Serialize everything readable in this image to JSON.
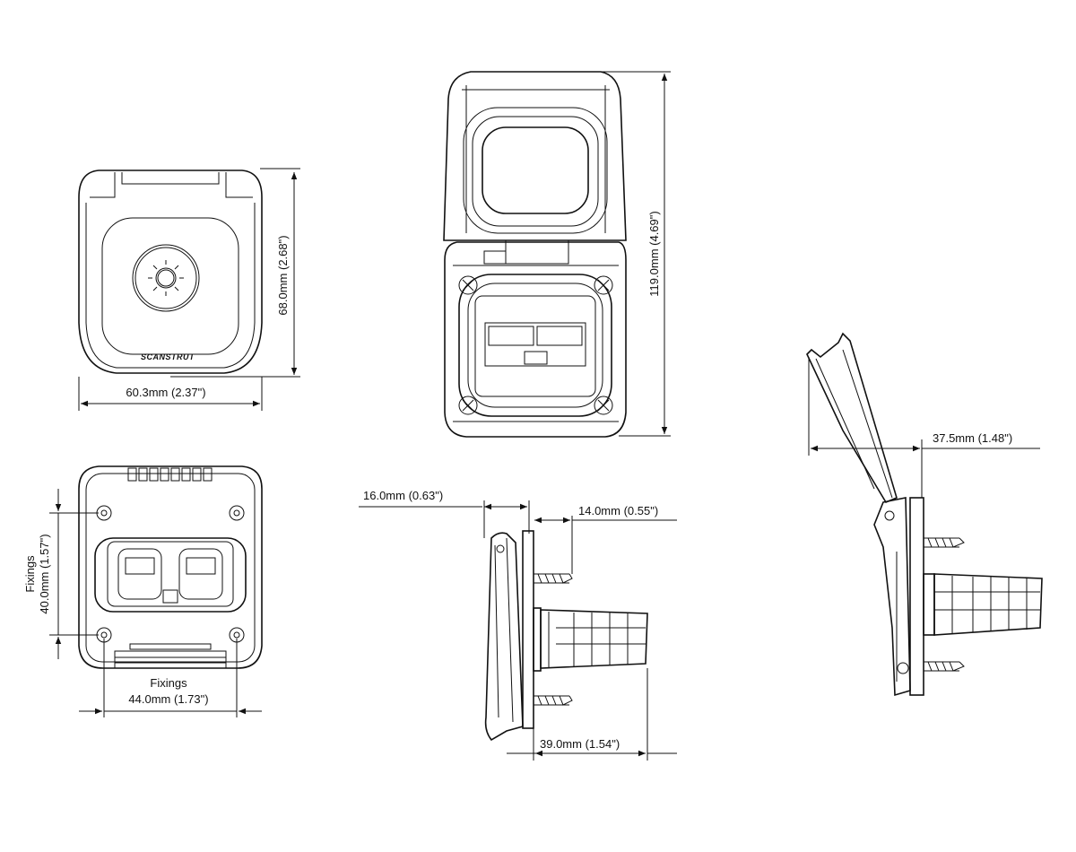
{
  "brand": {
    "logo_text": "SCANSTRUT"
  },
  "colors": {
    "line": "#111111",
    "background": "#ffffff"
  },
  "views": {
    "front_closed": {
      "width_label": "60.3mm (2.37\")",
      "height_label": "68.0mm (2.68\")"
    },
    "front_open": {
      "height_label": "119.0mm (4.69\")"
    },
    "rear": {
      "fixings_v_title": "Fixings",
      "fixings_v_label": "40.0mm (1.57\")",
      "fixings_h_title": "Fixings",
      "fixings_h_label": "44.0mm (1.73\")"
    },
    "side": {
      "depth_front_label": "16.0mm (0.63\")",
      "screw_label": "14.0mm (0.55\")",
      "depth_rear_label": "39.0mm (1.54\")"
    },
    "side_open": {
      "lid_clearance_label": "37.5mm (1.48\")"
    }
  }
}
